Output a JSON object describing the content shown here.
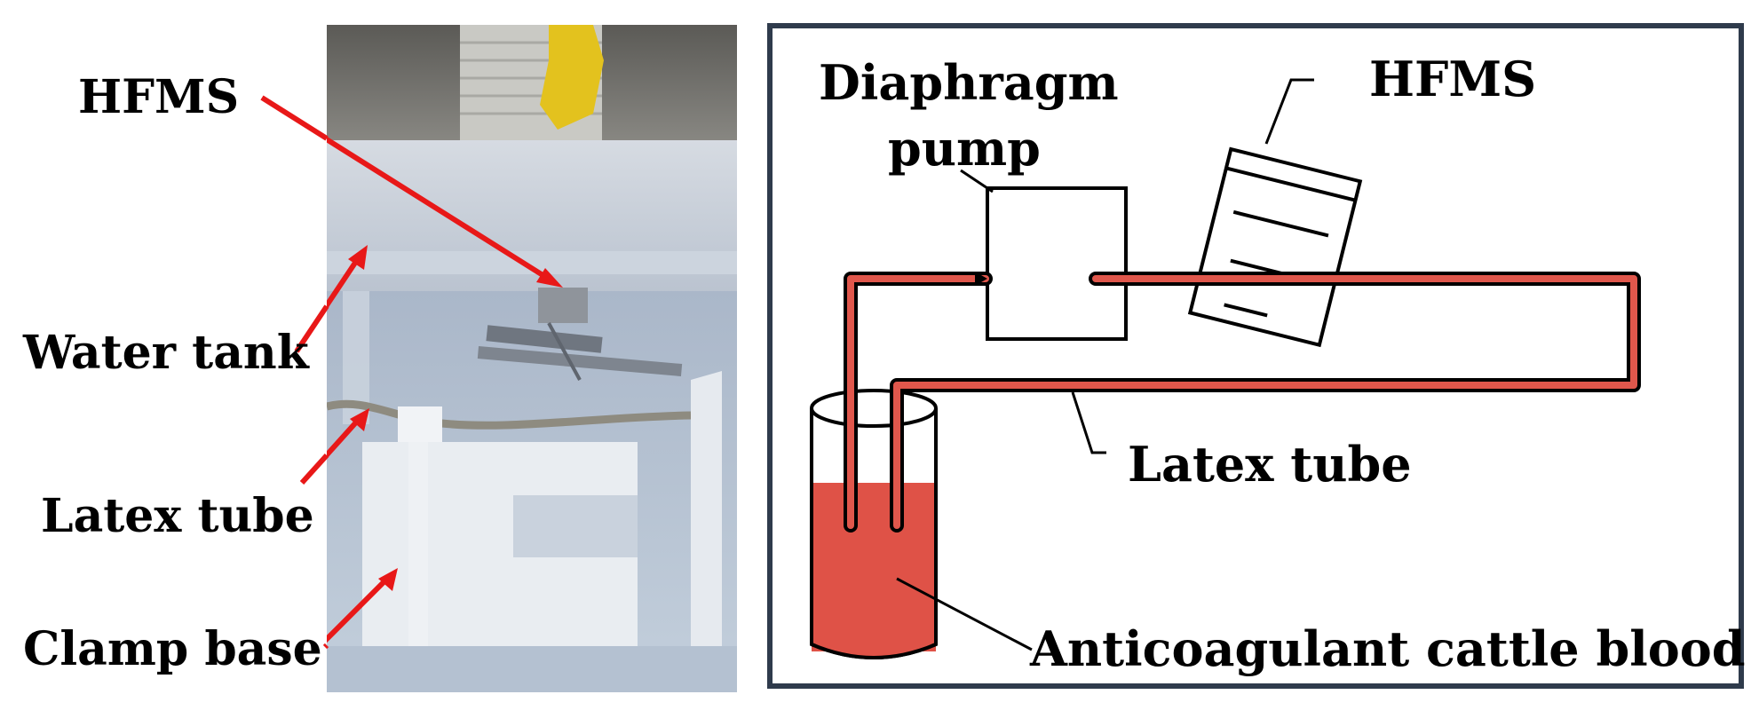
{
  "photo": {
    "labels": {
      "hfms": "HFMS",
      "water_tank": "Water tank",
      "latex_tube": "Latex tube",
      "clamp_base": "Clamp base"
    },
    "arrow_color": "#e81818"
  },
  "schematic": {
    "labels": {
      "diaphragm_pump_line1": "Diaphragm",
      "diaphragm_pump_line2": "pump",
      "hfms": "HFMS",
      "latex_tube": "Latex tube",
      "blood": "Anticoagulant cattle blood"
    },
    "colors": {
      "tube": "#e0574c",
      "blood": "#df5247",
      "frame": "#2f3b4c"
    }
  }
}
